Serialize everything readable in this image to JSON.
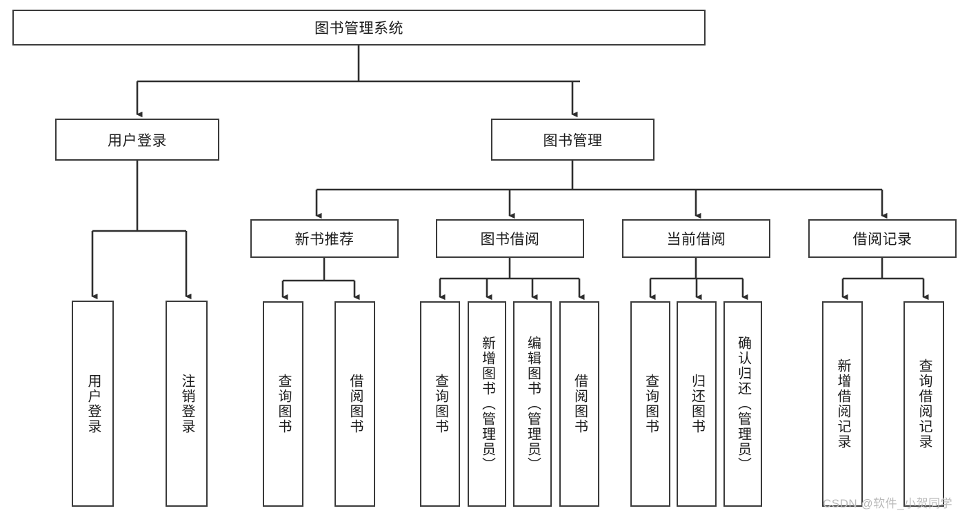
{
  "diagram": {
    "title": "图书管理系统",
    "type": "tree-hierarchy",
    "colors": {
      "stroke": "#3a3a3a",
      "fill": "#ffffff",
      "text": "#1c1c1c",
      "watermark": "#b9b9b9",
      "background": "#ffffff"
    },
    "watermark": "CSDN @软件_小贺同学",
    "nodes": {
      "root": {
        "label": "图书管理系统"
      },
      "level2": [
        {
          "id": "user-login",
          "label": "用户登录"
        },
        {
          "id": "book-manage",
          "label": "图书管理"
        }
      ],
      "level3": [
        {
          "id": "new-book-recommend",
          "label": "新书推荐"
        },
        {
          "id": "book-borrow",
          "label": "图书借阅"
        },
        {
          "id": "current-borrow",
          "label": "当前借阅"
        },
        {
          "id": "borrow-record",
          "label": "借阅记录"
        }
      ],
      "leaves": {
        "user-login": [
          {
            "id": "leaf-user-login",
            "label": "用户登录"
          },
          {
            "id": "leaf-logout-login",
            "label": "注销登录"
          }
        ],
        "new-book-recommend": [
          {
            "id": "leaf-query-book-1",
            "label": "查询图书"
          },
          {
            "id": "leaf-borrow-book-1",
            "label": "借阅图书"
          }
        ],
        "book-borrow": [
          {
            "id": "leaf-query-book-2",
            "label": "查询图书"
          },
          {
            "id": "leaf-add-book",
            "label": "新增图书（管理员）"
          },
          {
            "id": "leaf-edit-book",
            "label": "编辑图书（管理员）"
          },
          {
            "id": "leaf-borrow-book-2",
            "label": "借阅图书"
          }
        ],
        "current-borrow": [
          {
            "id": "leaf-query-book-3",
            "label": "查询图书"
          },
          {
            "id": "leaf-return-book",
            "label": "归还图书"
          },
          {
            "id": "leaf-confirm-return",
            "label": "确认归还（管理员）"
          }
        ],
        "borrow-record": [
          {
            "id": "leaf-add-record",
            "label": "新增借阅记录"
          },
          {
            "id": "leaf-query-record",
            "label": "查询借阅记录"
          }
        ]
      }
    },
    "edges": [
      {
        "from": "root",
        "to": "user-login"
      },
      {
        "from": "root",
        "to": "book-manage"
      },
      {
        "from": "user-login",
        "to": "leaf-user-login"
      },
      {
        "from": "user-login",
        "to": "leaf-logout-login"
      },
      {
        "from": "book-manage",
        "to": "new-book-recommend"
      },
      {
        "from": "book-manage",
        "to": "book-borrow"
      },
      {
        "from": "book-manage",
        "to": "current-borrow"
      },
      {
        "from": "book-manage",
        "to": "borrow-record"
      },
      {
        "from": "new-book-recommend",
        "to": "leaf-query-book-1"
      },
      {
        "from": "new-book-recommend",
        "to": "leaf-borrow-book-1"
      },
      {
        "from": "book-borrow",
        "to": "leaf-query-book-2"
      },
      {
        "from": "book-borrow",
        "to": "leaf-add-book"
      },
      {
        "from": "book-borrow",
        "to": "leaf-edit-book"
      },
      {
        "from": "book-borrow",
        "to": "leaf-borrow-book-2"
      },
      {
        "from": "current-borrow",
        "to": "leaf-query-book-3"
      },
      {
        "from": "current-borrow",
        "to": "leaf-return-book"
      },
      {
        "from": "current-borrow",
        "to": "leaf-confirm-return"
      },
      {
        "from": "borrow-record",
        "to": "leaf-add-record"
      },
      {
        "from": "borrow-record",
        "to": "leaf-query-record"
      }
    ]
  }
}
